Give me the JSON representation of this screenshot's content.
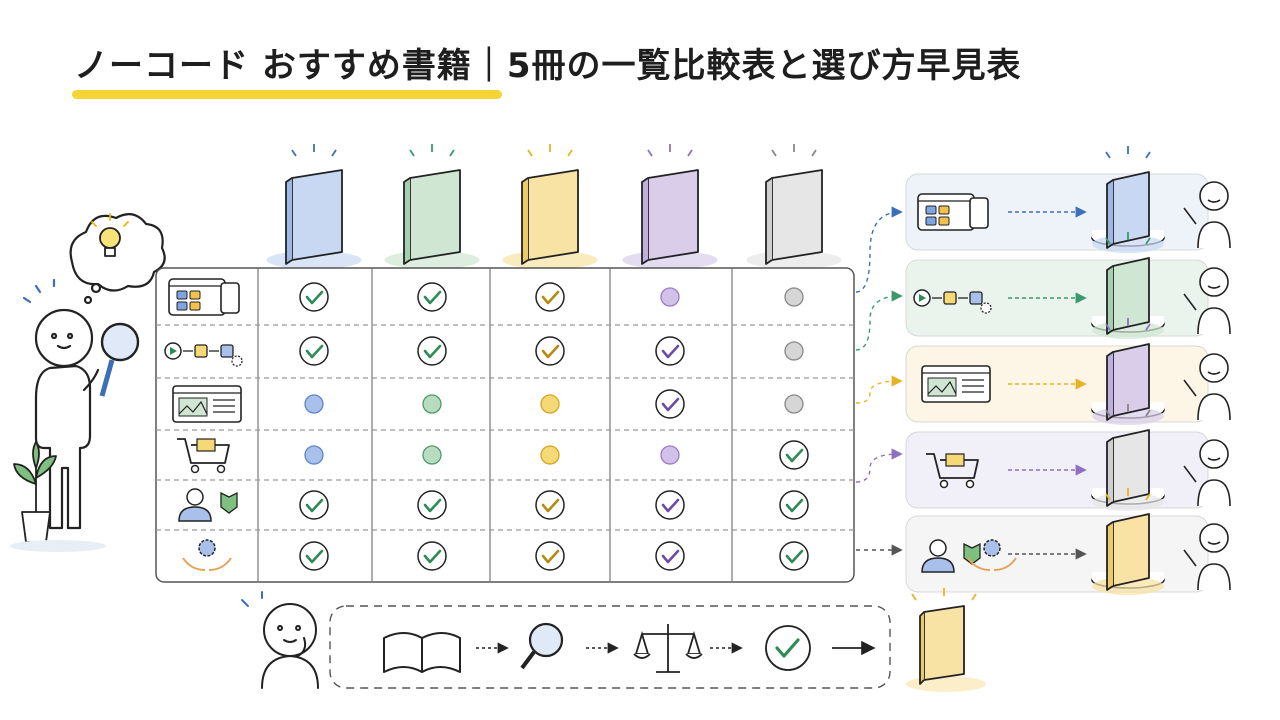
{
  "title": "ノーコード おすすめ書籍｜5冊の一覧比較表と選び方早見表",
  "colors": {
    "accent_underline": "#f5d535",
    "check_green": "#2e8b57",
    "book_blue": "#c9d8f2",
    "book_green": "#cfe6d3",
    "book_yellow": "#f8e2a4",
    "book_purple": "#d9cdea",
    "book_gray": "#e6e6e6"
  },
  "books": [
    {
      "color": "blue"
    },
    {
      "color": "green"
    },
    {
      "color": "yellow"
    },
    {
      "color": "purple"
    },
    {
      "color": "gray"
    }
  ],
  "table": {
    "row_icons": [
      "app-builder-icon",
      "automation-flow-icon",
      "web-page-icon",
      "cart-icon",
      "beginner-user-icon",
      "support-hands-icon"
    ],
    "cells": [
      [
        "check",
        "check",
        "check",
        "dot",
        "dot"
      ],
      [
        "check",
        "check",
        "check",
        "check",
        "dot"
      ],
      [
        "dot",
        "dot",
        "dot",
        "check",
        "dot"
      ],
      [
        "dot",
        "dot",
        "dot",
        "dot",
        "check"
      ],
      [
        "check",
        "check",
        "check",
        "check",
        "check"
      ],
      [
        "check",
        "check",
        "check",
        "check",
        "check"
      ]
    ]
  },
  "recommendations": [
    {
      "icon": "app-builder-icon",
      "book_color": "blue"
    },
    {
      "icon": "automation-flow-icon",
      "book_color": "green"
    },
    {
      "icon": "web-page-icon",
      "book_color": "purple"
    },
    {
      "icon": "cart-icon",
      "book_color": "gray"
    },
    {
      "icon": "beginner-support-icon",
      "book_color": "yellow"
    }
  ],
  "flow_steps": [
    "open-book-icon",
    "magnifier-icon",
    "scale-icon",
    "check-icon",
    "book-icon"
  ]
}
